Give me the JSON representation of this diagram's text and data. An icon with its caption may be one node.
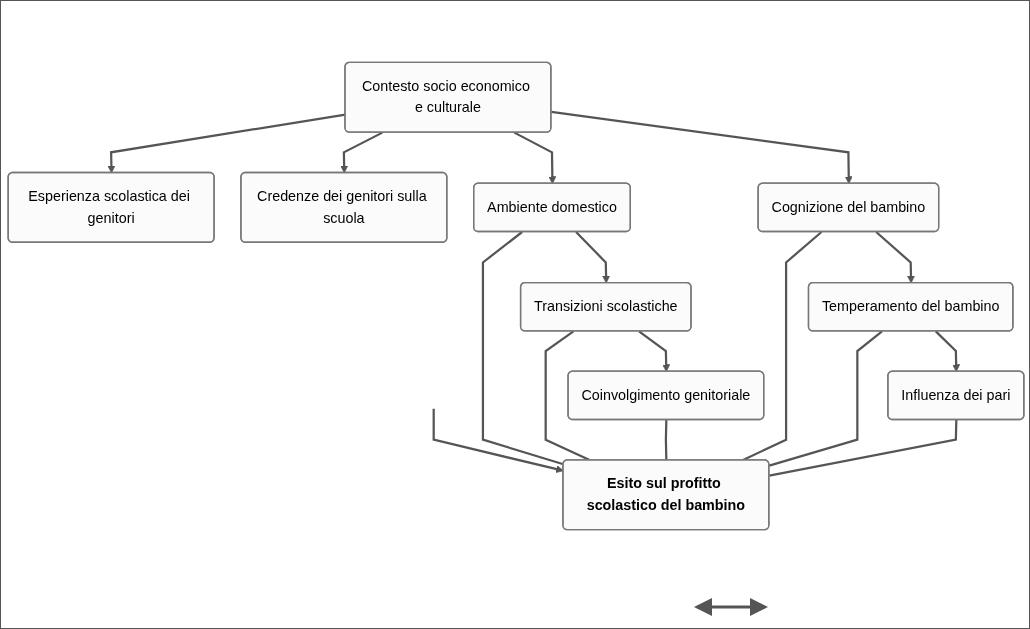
{
  "diagram": {
    "nodes": [
      {
        "text": [
          "Contesto socio economico e culturale"
        ]
      },
      {
        "text": [
          "Esperienza scolastica dei genitori"
        ]
      },
      {
        "text": [
          "Credenze dei genitori sulla scuola"
        ]
      },
      {
        "text": [
          "Ambiente domestico"
        ]
      },
      {
        "text": [
          "Transizioni scolastiche"
        ]
      },
      {
        "text": [
          "Coinvolgimento genitoriale"
        ]
      },
      {
        "text": [
          "Esito sul profitto scolastico del bambino"
        ]
      },
      {
        "text": [
          "Cognizione del bambino"
        ]
      },
      {
        "text": [
          "Temperamento del bambino"
        ]
      },
      {
        "text": [
          "Influenza dei pari"
        ]
      }
    ],
    "edges": [
      {
        "from": 0,
        "to": 1,
        "arrow": "to"
      },
      {
        "from": 0,
        "to": 2,
        "arrow": "to"
      },
      {
        "from": 0,
        "to": 3,
        "arrow": "to"
      },
      {
        "from": 0,
        "to": 7,
        "arrow": "to"
      },
      {
        "from": null,
        "to": 6,
        "arrow": "to"
      },
      {
        "from": 3,
        "to": 4,
        "arrow": "to"
      },
      {
        "from": 4,
        "to": 5,
        "arrow": "to"
      },
      {
        "from": 7,
        "to": 8,
        "arrow": "to"
      },
      {
        "from": 8,
        "to": 9,
        "arrow": "to"
      },
      {
        "from": 3,
        "to": 6,
        "arrow": "none"
      },
      {
        "from": 4,
        "to": 6,
        "arrow": "none"
      },
      {
        "from": 5,
        "to": 6,
        "arrow": "none"
      },
      {
        "from": 7,
        "to": 6,
        "arrow": "none"
      },
      {
        "from": 8,
        "to": 6,
        "arrow": "none"
      },
      {
        "from": 9,
        "to": 6,
        "arrow": "none"
      }
    ]
  }
}
